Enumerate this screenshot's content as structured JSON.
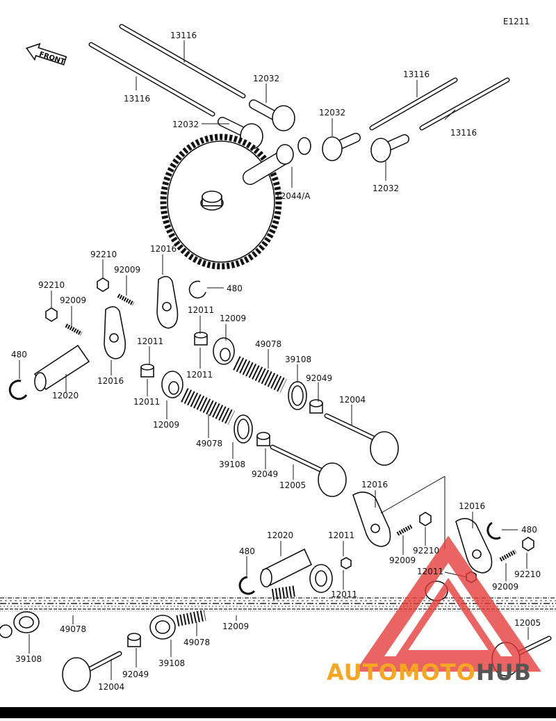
{
  "figure_code": "E1211",
  "front_label": "FRONT",
  "watermark": {
    "part1": "AUTOMOTO",
    "part2": "HUB",
    "color1": "#f5a623",
    "color2": "#555555",
    "triangle_color": "#e53935"
  },
  "labels": [
    {
      "id": "l1",
      "text": "13116"
    },
    {
      "id": "l2",
      "text": "13116"
    },
    {
      "id": "l3",
      "text": "12032"
    },
    {
      "id": "l4",
      "text": "12032"
    },
    {
      "id": "l5",
      "text": "12032"
    },
    {
      "id": "l6",
      "text": "13116"
    },
    {
      "id": "l7",
      "text": "13116"
    },
    {
      "id": "l8",
      "text": "12032"
    },
    {
      "id": "l9",
      "text": "12044/A"
    },
    {
      "id": "l10",
      "text": "92210"
    },
    {
      "id": "l11",
      "text": "12016"
    },
    {
      "id": "l12",
      "text": "92009"
    },
    {
      "id": "l13",
      "text": "480"
    },
    {
      "id": "l14",
      "text": "92210"
    },
    {
      "id": "l15",
      "text": "92009"
    },
    {
      "id": "l16",
      "text": "12011"
    },
    {
      "id": "l17",
      "text": "12009"
    },
    {
      "id": "l18",
      "text": "480"
    },
    {
      "id": "l19",
      "text": "12011"
    },
    {
      "id": "l20",
      "text": "49078"
    },
    {
      "id": "l21",
      "text": "39108"
    },
    {
      "id": "l22",
      "text": "12011"
    },
    {
      "id": "l23",
      "text": "12016"
    },
    {
      "id": "l24",
      "text": "12020"
    },
    {
      "id": "l25",
      "text": "12011"
    },
    {
      "id": "l26",
      "text": "92049"
    },
    {
      "id": "l27",
      "text": "12004"
    },
    {
      "id": "l28",
      "text": "12009"
    },
    {
      "id": "l29",
      "text": "49078"
    },
    {
      "id": "l30",
      "text": "39108"
    },
    {
      "id": "l31",
      "text": "92049"
    },
    {
      "id": "l32",
      "text": "12005"
    },
    {
      "id": "l33",
      "text": "12016"
    },
    {
      "id": "l34",
      "text": "12016"
    },
    {
      "id": "l35",
      "text": "480"
    },
    {
      "id": "l36",
      "text": "12020"
    },
    {
      "id": "l37",
      "text": "12011"
    },
    {
      "id": "l38",
      "text": "480"
    },
    {
      "id": "l39",
      "text": "92210"
    },
    {
      "id": "l40",
      "text": "92009"
    },
    {
      "id": "l41",
      "text": "92210"
    },
    {
      "id": "l42",
      "text": "12011"
    },
    {
      "id": "l43",
      "text": "92009"
    },
    {
      "id": "l44",
      "text": "12011"
    },
    {
      "id": "l45",
      "text": "49078"
    },
    {
      "id": "l46",
      "text": "12009"
    },
    {
      "id": "l47",
      "text": "49078"
    },
    {
      "id": "l48",
      "text": "12005"
    },
    {
      "id": "l49",
      "text": "39108"
    },
    {
      "id": "l50",
      "text": "92049"
    },
    {
      "id": "l51",
      "text": "39108"
    },
    {
      "id": "l52",
      "text": "12004"
    }
  ]
}
